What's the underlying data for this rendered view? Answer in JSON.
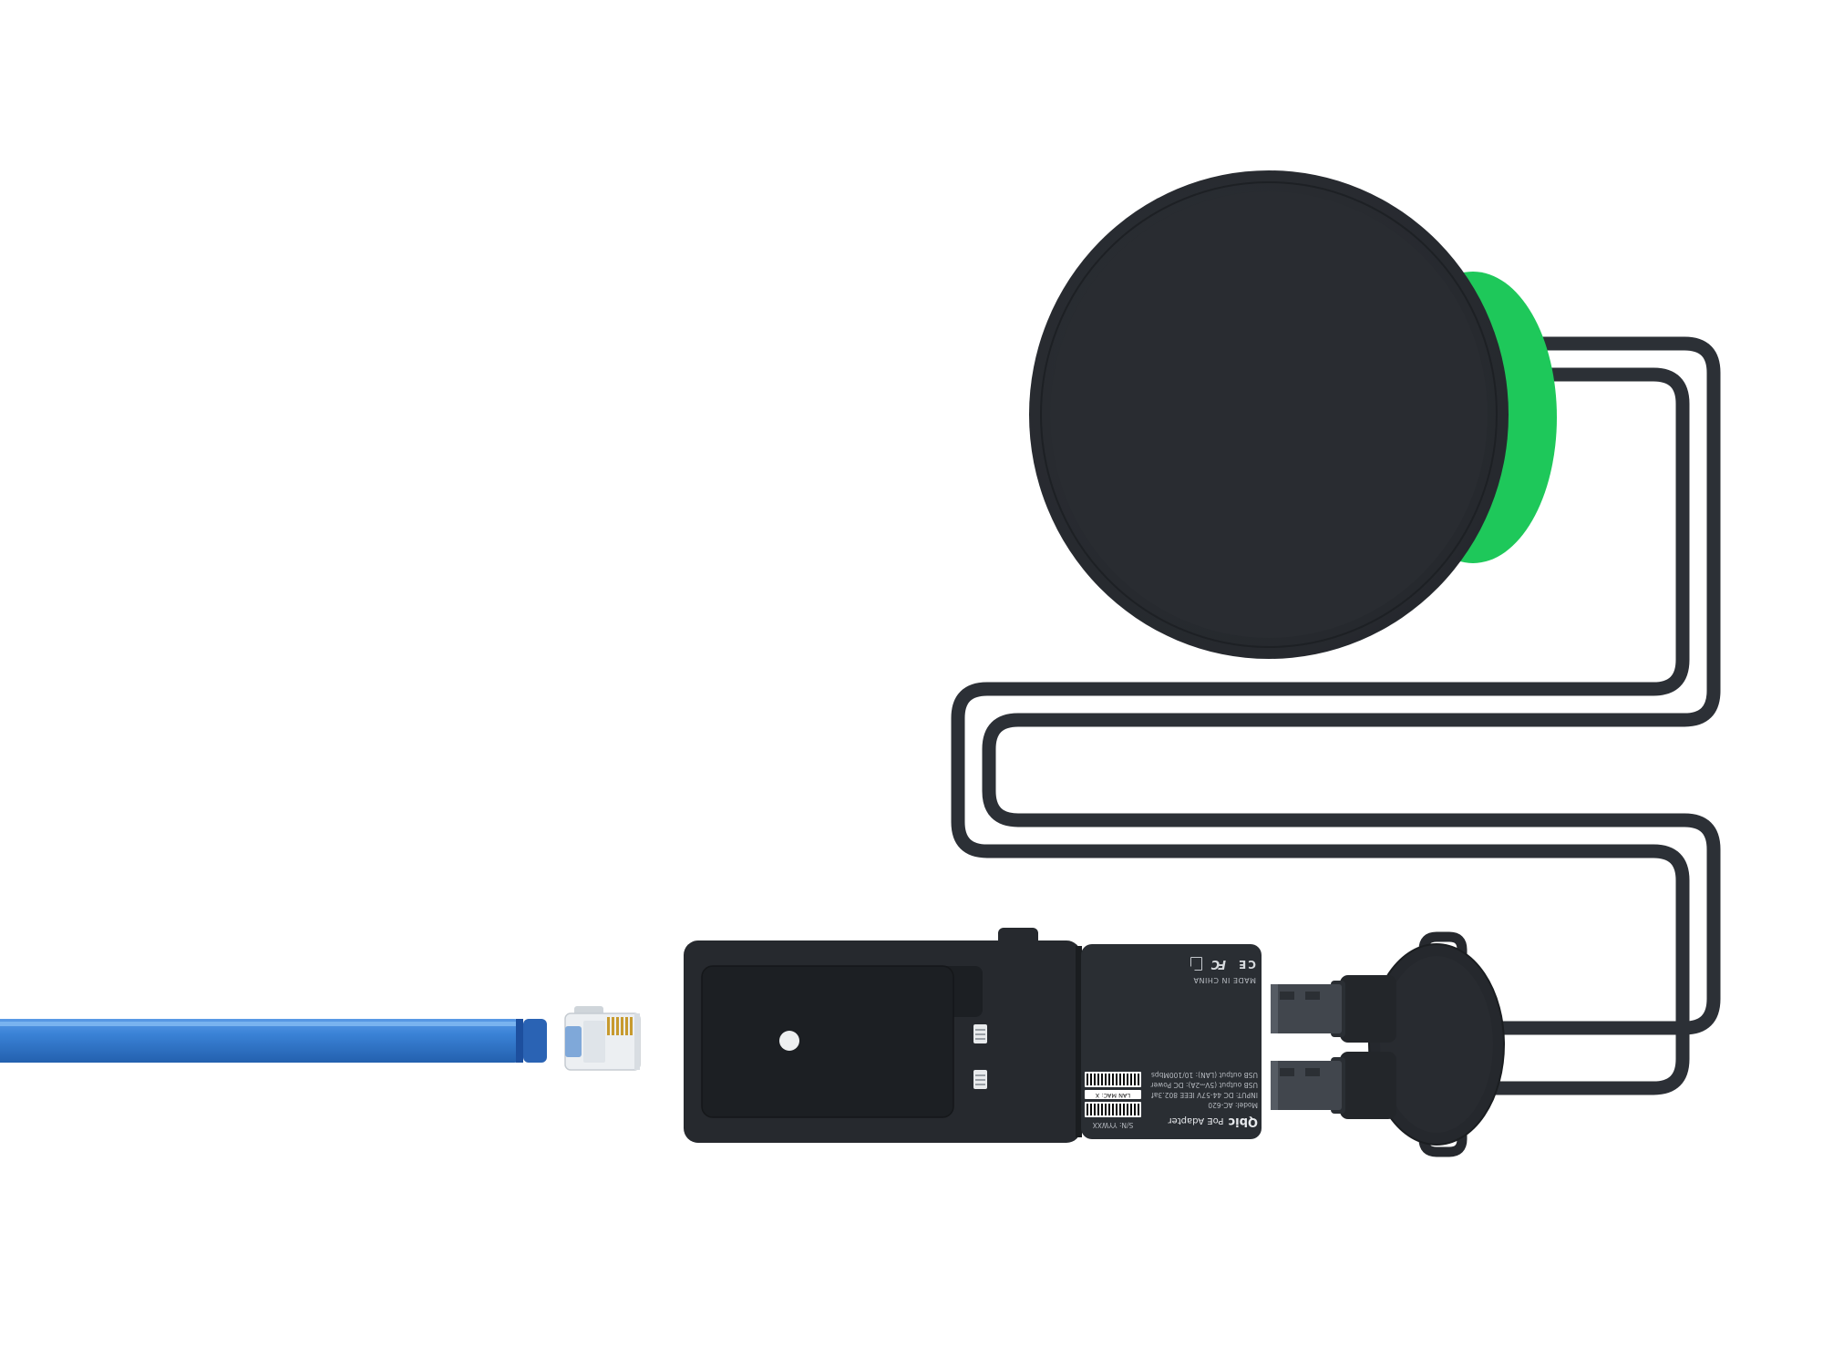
{
  "adapter_label": {
    "brand": "Qbic",
    "product": "PoE Adapter",
    "model": "Model: AC-620",
    "input": "INPUT: DC 44-57V IEEE 802.3af",
    "usb_power": "USB output (5V⎓2A): DC Power",
    "usb_lan": "USB output (LAN): 10/100Mbps",
    "serial": "S/N: YYWXX",
    "lan_mac": "LAN MAC: X",
    "made_in": "MADE IN CHINA",
    "fcc_mark": "FC",
    "ce_mark": "CE"
  },
  "colors": {
    "background": "#ffffff",
    "device_body": "#26292e",
    "accent_green": "#1ec85a",
    "cable_black": "#2c3036",
    "ethernet_blue": "#2f7dd4",
    "rj45_gold": "#c79a2e"
  }
}
